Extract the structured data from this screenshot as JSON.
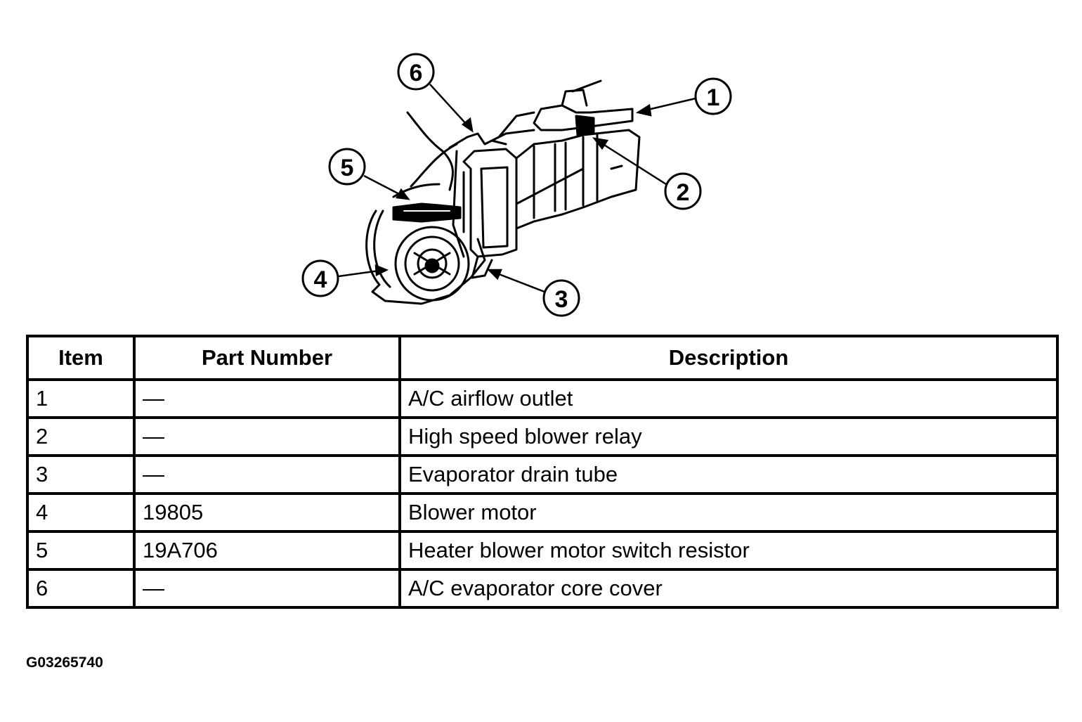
{
  "diagram": {
    "callouts": [
      "1",
      "2",
      "3",
      "4",
      "5",
      "6"
    ]
  },
  "table": {
    "headers": {
      "item": "Item",
      "part_number": "Part Number",
      "description": "Description"
    },
    "rows": [
      {
        "item": "1",
        "part_number": "—",
        "description": "A/C airflow outlet"
      },
      {
        "item": "2",
        "part_number": "—",
        "description": "High speed blower relay"
      },
      {
        "item": "3",
        "part_number": "—",
        "description": "Evaporator drain tube"
      },
      {
        "item": "4",
        "part_number": "19805",
        "description": "Blower motor"
      },
      {
        "item": "5",
        "part_number": "19A706",
        "description": "Heater blower motor switch resistor"
      },
      {
        "item": "6",
        "part_number": "—",
        "description": "A/C evaporator core cover"
      }
    ]
  },
  "figure_id": "G03265740"
}
